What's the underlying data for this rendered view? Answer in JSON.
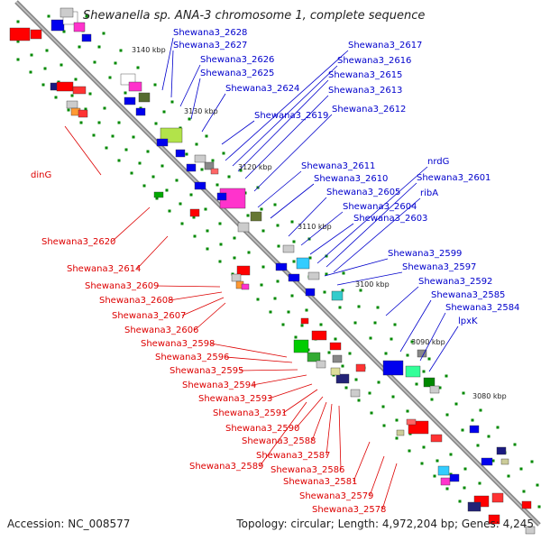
{
  "title": "Shewanella sp. ANA-3 chromosome 1, complete sequence",
  "accession": "Accession: NC_008577",
  "stats": "Topology: circular; Length: 4,972,204 bp; Genes: 4,245",
  "colors": {
    "backbone": "#8c8c8c",
    "forward_label": "#0000cc",
    "reverse_label": "#dd0000",
    "cds_forward": "#0000ee",
    "cds_reverse": "#ee0000",
    "tick": "#008800"
  },
  "kbp_marks": [
    "3140 kbp",
    "3130 kbp",
    "3120 kbp",
    "3110 kbp",
    "3100 kbp",
    "3090 kbp",
    "3080 kbp"
  ],
  "forward_labels": [
    "Shewana3_2628",
    "Shewana3_2627",
    "Shewana3_2626",
    "Shewana3_2625",
    "Shewana3_2624",
    "Shewana3_2617",
    "Shewana3_2616",
    "Shewana3_2615",
    "Shewana3_2613",
    "Shewana3_2619",
    "Shewana3_2612",
    "Shewana3_2611",
    "Shewana3_2610",
    "Shewana3_2605",
    "Shewana3_2604",
    "Shewana3_2603",
    "nrdG",
    "Shewana3_2601",
    "ribA",
    "Shewana3_2599",
    "Shewana3_2597",
    "Shewana3_2592",
    "Shewana3_2585",
    "Shewana3_2584",
    "lpxK"
  ],
  "reverse_labels": [
    "dinG",
    "Shewana3_2620",
    "Shewana3_2614",
    "Shewana3_2609",
    "Shewana3_2608",
    "Shewana3_2607",
    "Shewana3_2606",
    "Shewana3_2598",
    "Shewana3_2596",
    "Shewana3_2595",
    "Shewana3_2594",
    "Shewana3_2593",
    "Shewana3_2591",
    "Shewana3_2590",
    "Shewana3_2588",
    "Shewana3_2587",
    "Shewana3_2589",
    "Shewana3_2586",
    "Shewana3_2581",
    "Shewana3_2579",
    "Shewana3_2578"
  ]
}
